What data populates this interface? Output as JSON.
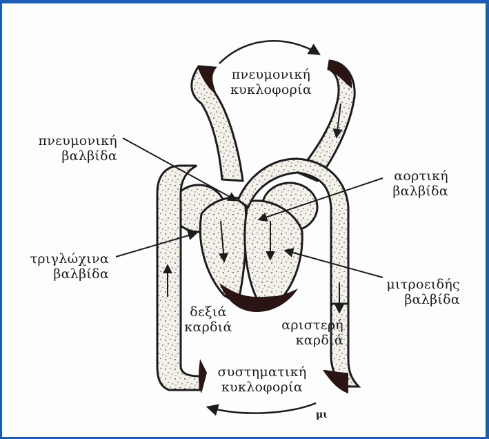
{
  "labels": {
    "pulmonary_circulation": [
      "πνευμονική",
      "κυκλοφορία"
    ],
    "pulmonary_valve": [
      "πνευμονική",
      "βαλβίδα"
    ],
    "aortic_valve": [
      "αορτική",
      "βαλβίδα"
    ],
    "tricuspid_valve": [
      "τριγλώχινα",
      "βαλβίδα"
    ],
    "mitral_valve": [
      "μιτροειδής",
      "βαλβίδα"
    ],
    "right_heart": [
      "δεξιά",
      "καρδιά"
    ],
    "left_heart": [
      "αριστερή",
      "καρδιά"
    ],
    "systemic_circulation": [
      "συστηματική",
      "κυκλοφορία"
    ]
  },
  "signature": "μι",
  "colors": {
    "frame": "#1a5db4",
    "ink": "#1c1c1c",
    "vessel_fill": "#f4f1ea",
    "muscle": "#2a1414"
  }
}
